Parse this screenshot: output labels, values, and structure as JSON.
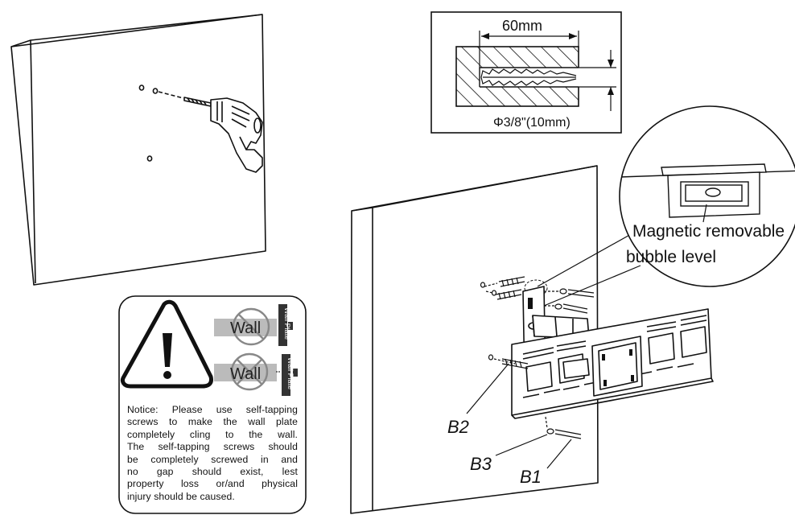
{
  "drill_detail": {
    "depth_label": "60mm",
    "diameter_label": "Φ3/8\"(10mm)"
  },
  "level_callout": {
    "line1": "Magnetic removable",
    "line2": "bubble level"
  },
  "warning": {
    "wall_label_ok": "Wall",
    "wall_label_bad": "Wall",
    "plate_label_ok": "Wall Plate",
    "plate_label_bad": "Wall Plate",
    "notice_lines": [
      "Notice: Please use self-tapping",
      "screws to make the wall plate",
      "completely cling to the wall.",
      "The self-tapping screws should",
      "be completely screwed in and",
      "no gap should exist, lest",
      "property loss or/and physical",
      "injury should be caused."
    ]
  },
  "part_labels": {
    "b1": "B1",
    "b2": "B2",
    "b3": "B3"
  }
}
